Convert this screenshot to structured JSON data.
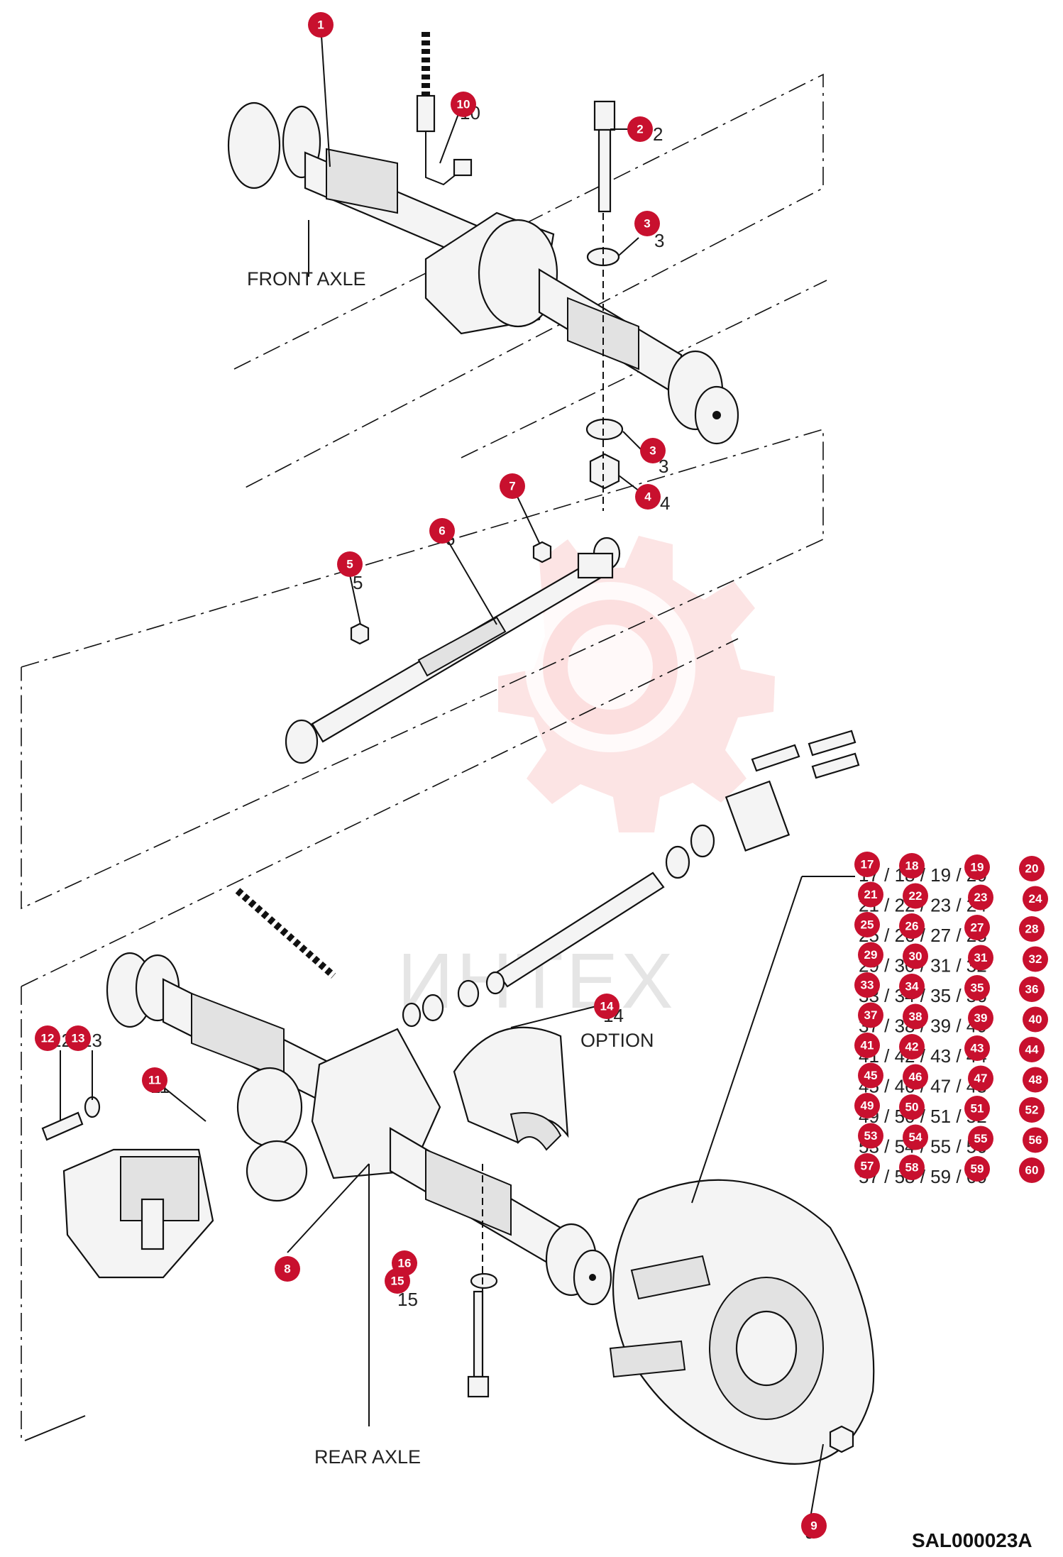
{
  "labels": {
    "front_axle": "FRONT AXLE",
    "rear_axle": "REAR AXLE",
    "option": "OPTION",
    "drawing_code": "SAL000023A",
    "watermark": "ИНТЕХ"
  },
  "callouts": [
    {
      "id": "1",
      "kind": "badge"
    },
    {
      "id": "2",
      "kind": "badge"
    },
    {
      "id": "3",
      "kind": "badge"
    },
    {
      "id": "3",
      "kind": "badge"
    },
    {
      "id": "4",
      "kind": "badge"
    },
    {
      "id": "5",
      "kind": "badge"
    },
    {
      "id": "6",
      "kind": "badge"
    },
    {
      "id": "7",
      "kind": "badge"
    },
    {
      "id": "8",
      "kind": "badge"
    },
    {
      "id": "9",
      "kind": "badge"
    },
    {
      "id": "10",
      "kind": "badge"
    },
    {
      "id": "11",
      "kind": "badge"
    },
    {
      "id": "12",
      "kind": "badge"
    },
    {
      "id": "13",
      "kind": "badge"
    },
    {
      "id": "14",
      "kind": "badge"
    },
    {
      "id": "15",
      "kind": "badge"
    },
    {
      "id": "16",
      "kind": "badge"
    }
  ],
  "ref_numbers": {
    "n2": "2",
    "n3a": "3",
    "n3b": "3",
    "n4": "4",
    "n5": "5",
    "n6": "6",
    "n10": "10",
    "n11": "11",
    "n12": "12",
    "n13": "13",
    "n14": "14",
    "n15": "15",
    "n16": "16",
    "n8": "8",
    "n9": "9"
  },
  "wheel_grid": [
    [
      "17",
      "18",
      "19",
      "20"
    ],
    [
      "21",
      "22",
      "23",
      "24"
    ],
    [
      "25",
      "26",
      "27",
      "28"
    ],
    [
      "29",
      "30",
      "31",
      "32"
    ],
    [
      "33",
      "34",
      "35",
      "36"
    ],
    [
      "37",
      "38",
      "39",
      "40"
    ],
    [
      "41",
      "42",
      "43",
      "44"
    ],
    [
      "45",
      "46",
      "47",
      "48"
    ],
    [
      "49",
      "50",
      "51",
      "52"
    ],
    [
      "53",
      "54",
      "55",
      "56"
    ],
    [
      "57",
      "58",
      "59",
      "60"
    ]
  ],
  "wheel_grid_text": [
    "17  / 18  / 19  / 20",
    "21  / 22  / 23  / 24",
    "25  / 26  / 27  / 28",
    "29  / 30  / 31  / 32",
    "33  / 34  / 35  / 36",
    "37  / 38  / 39  / 40",
    "41  / 42  / 43  / 44",
    "45  / 46  / 47  / 48",
    "49  / 50  / 51  / 52",
    "53  / 54  / 55  / 56",
    "57  / 58  / 59  / 60"
  ],
  "colors": {
    "badge": "#c8102e",
    "line": "#111111",
    "watermark": "#e31e24"
  }
}
